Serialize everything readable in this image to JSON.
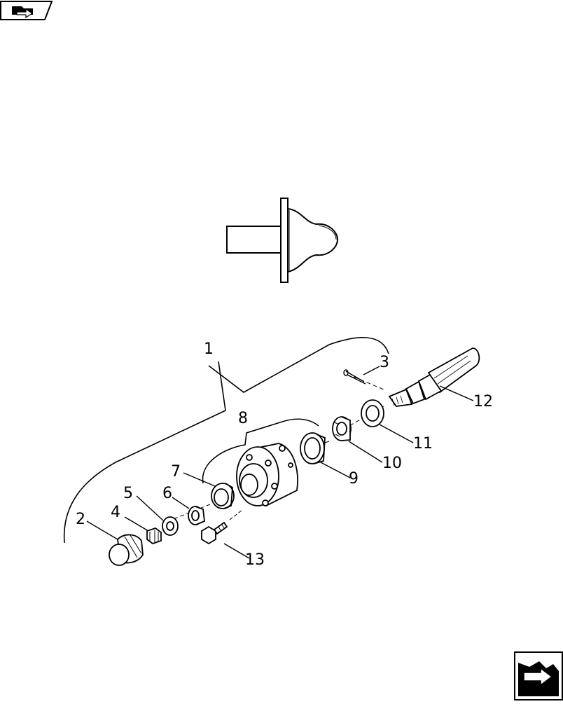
{
  "icons": {
    "top_nav": "folder-arrow-icon",
    "corner_nav": "next-page-arrow-icon"
  },
  "callouts": {
    "c1": "1",
    "c2": "2",
    "c3": "3",
    "c4": "4",
    "c5": "5",
    "c6": "6",
    "c7": "7",
    "c8": "8",
    "c9": "9",
    "c10": "10",
    "c11": "11",
    "c12": "12",
    "c13": "13"
  }
}
